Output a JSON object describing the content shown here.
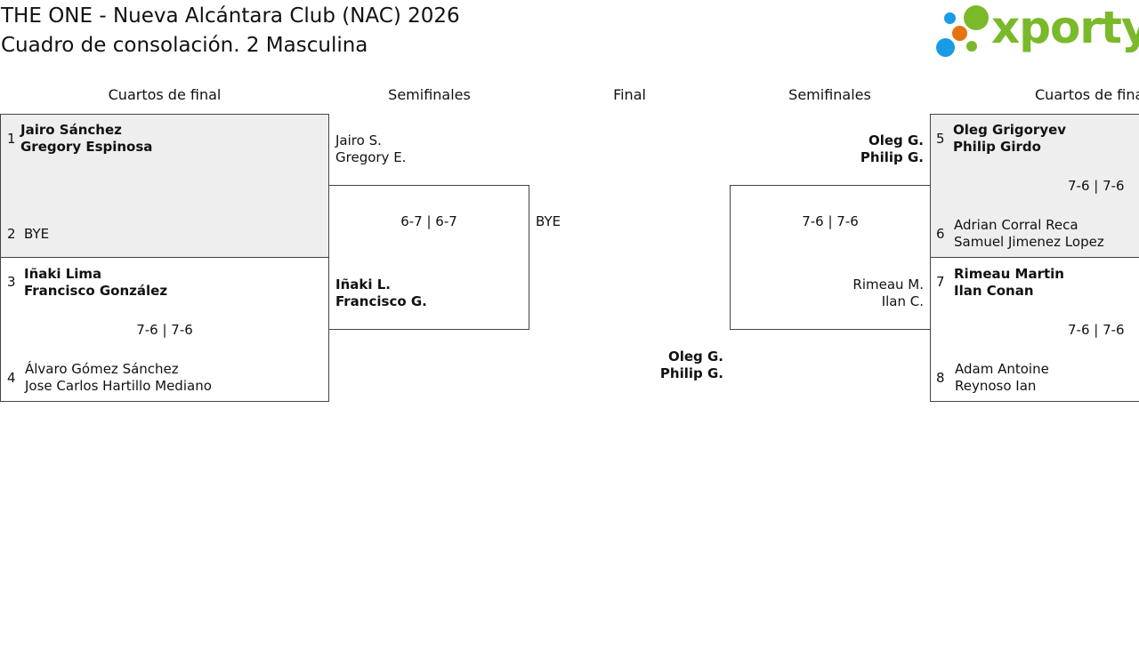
{
  "header": {
    "line1": "THE ONE - Nueva Alcántara Club (NAC) 2026",
    "line2": "Cuadro de consolación. 2 Masculina"
  },
  "logo": {
    "word": "xporty",
    "colors": {
      "green": "#7ab929",
      "blue": "#1a9be6",
      "orange": "#e5730f"
    }
  },
  "rounds": {
    "qf_left": "Cuartos de final",
    "sf_left": "Semifinales",
    "final": "Final",
    "sf_right": "Semifinales",
    "qf_right": "Cuartos de final"
  },
  "qf_left": {
    "match1": {
      "seed_a": "1",
      "team_a": [
        "Jairo Sánchez",
        "Gregory Espinosa"
      ],
      "seed_b": "2",
      "team_b": [
        "BYE"
      ],
      "score": ""
    },
    "match2": {
      "seed_a": "3",
      "team_a": [
        "Iñaki Lima",
        "Francisco González"
      ],
      "seed_b": "4",
      "team_b": [
        "Álvaro Gómez Sánchez",
        "Jose Carlos Hartillo Mediano"
      ],
      "score": "7-6 | 7-6"
    }
  },
  "sf_left": {
    "team_a": [
      "Jairo S.",
      "Gregory E."
    ],
    "team_b": [
      "Iñaki L.",
      "Francisco G."
    ],
    "score": "6-7 | 6-7"
  },
  "final": {
    "left": "BYE",
    "winner": [
      "Oleg G.",
      "Philip G."
    ]
  },
  "sf_right": {
    "team_a": [
      "Oleg G.",
      "Philip G."
    ],
    "team_b": [
      "Rimeau M.",
      "Ilan C."
    ],
    "score": "7-6 | 7-6"
  },
  "qf_right": {
    "match1": {
      "seed_a": "5",
      "team_a": [
        "Oleg Grigoryev",
        "Philip Girdo"
      ],
      "seed_b": "6",
      "team_b": [
        "Adrian Corral Reca",
        "Samuel Jimenez Lopez"
      ],
      "score": "7-6 | 7-6"
    },
    "match2": {
      "seed_a": "7",
      "team_a": [
        "Rimeau Martin",
        "Ilan Conan"
      ],
      "seed_b": "8",
      "team_b": [
        "Adam Antoine",
        "Reynoso Ian"
      ],
      "score": "7-6 | 7-6"
    }
  }
}
